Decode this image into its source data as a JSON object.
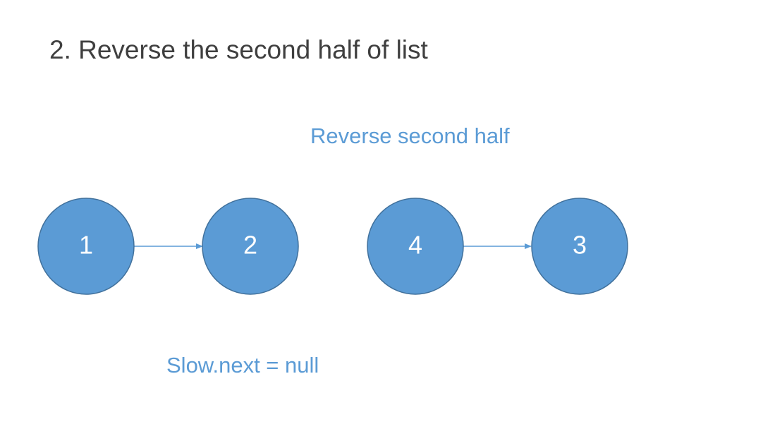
{
  "slide": {
    "title": "2. Reverse the second half of list",
    "caption_top": "Reverse second half",
    "caption_bottom": "Slow.next = null"
  },
  "diagram": {
    "nodes": [
      {
        "label": "1"
      },
      {
        "label": "2"
      },
      {
        "label": "4"
      },
      {
        "label": "3"
      }
    ],
    "edges": [
      {
        "from": "1",
        "to": "2"
      },
      {
        "from": "4",
        "to": "3"
      }
    ]
  },
  "colors": {
    "node_fill": "#5b9bd5",
    "node_stroke": "#41719c",
    "caption_text": "#5b9bd5",
    "title_text": "#3f3f3f",
    "arrow": "#5b9bd5"
  }
}
